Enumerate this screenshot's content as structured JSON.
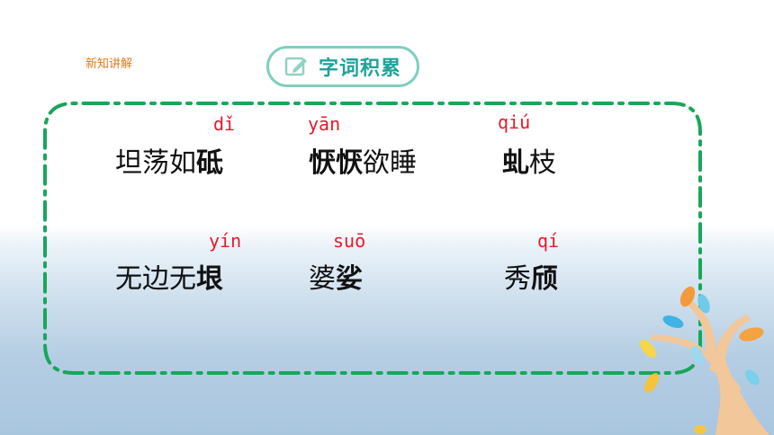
{
  "header": {
    "section_label": "新知讲解",
    "title": "字词积累"
  },
  "rows": [
    {
      "items": [
        {
          "before": "坦荡如",
          "highlight": "砥",
          "after": "",
          "pinyin": "dǐ"
        },
        {
          "before": "",
          "highlight": "恹恹",
          "after": "欲睡",
          "pinyin": "yān"
        },
        {
          "before": "",
          "highlight": "虬",
          "after": "枝",
          "pinyin": "qiú"
        }
      ]
    },
    {
      "items": [
        {
          "before": "无边无",
          "highlight": "垠",
          "after": "",
          "pinyin": "yín"
        },
        {
          "before": "婆",
          "highlight": "娑",
          "after": "",
          "pinyin": "suō"
        },
        {
          "before": "秀",
          "highlight": "颀",
          "after": "",
          "pinyin": "qí"
        }
      ]
    }
  ],
  "colors": {
    "accent": "#1fa39a",
    "frame": "#19a65a",
    "pinyin": "#e8182a",
    "label": "#e07a1c"
  },
  "icons": {
    "title_icon": "edit-icon",
    "decoration": "tree-decoration"
  }
}
